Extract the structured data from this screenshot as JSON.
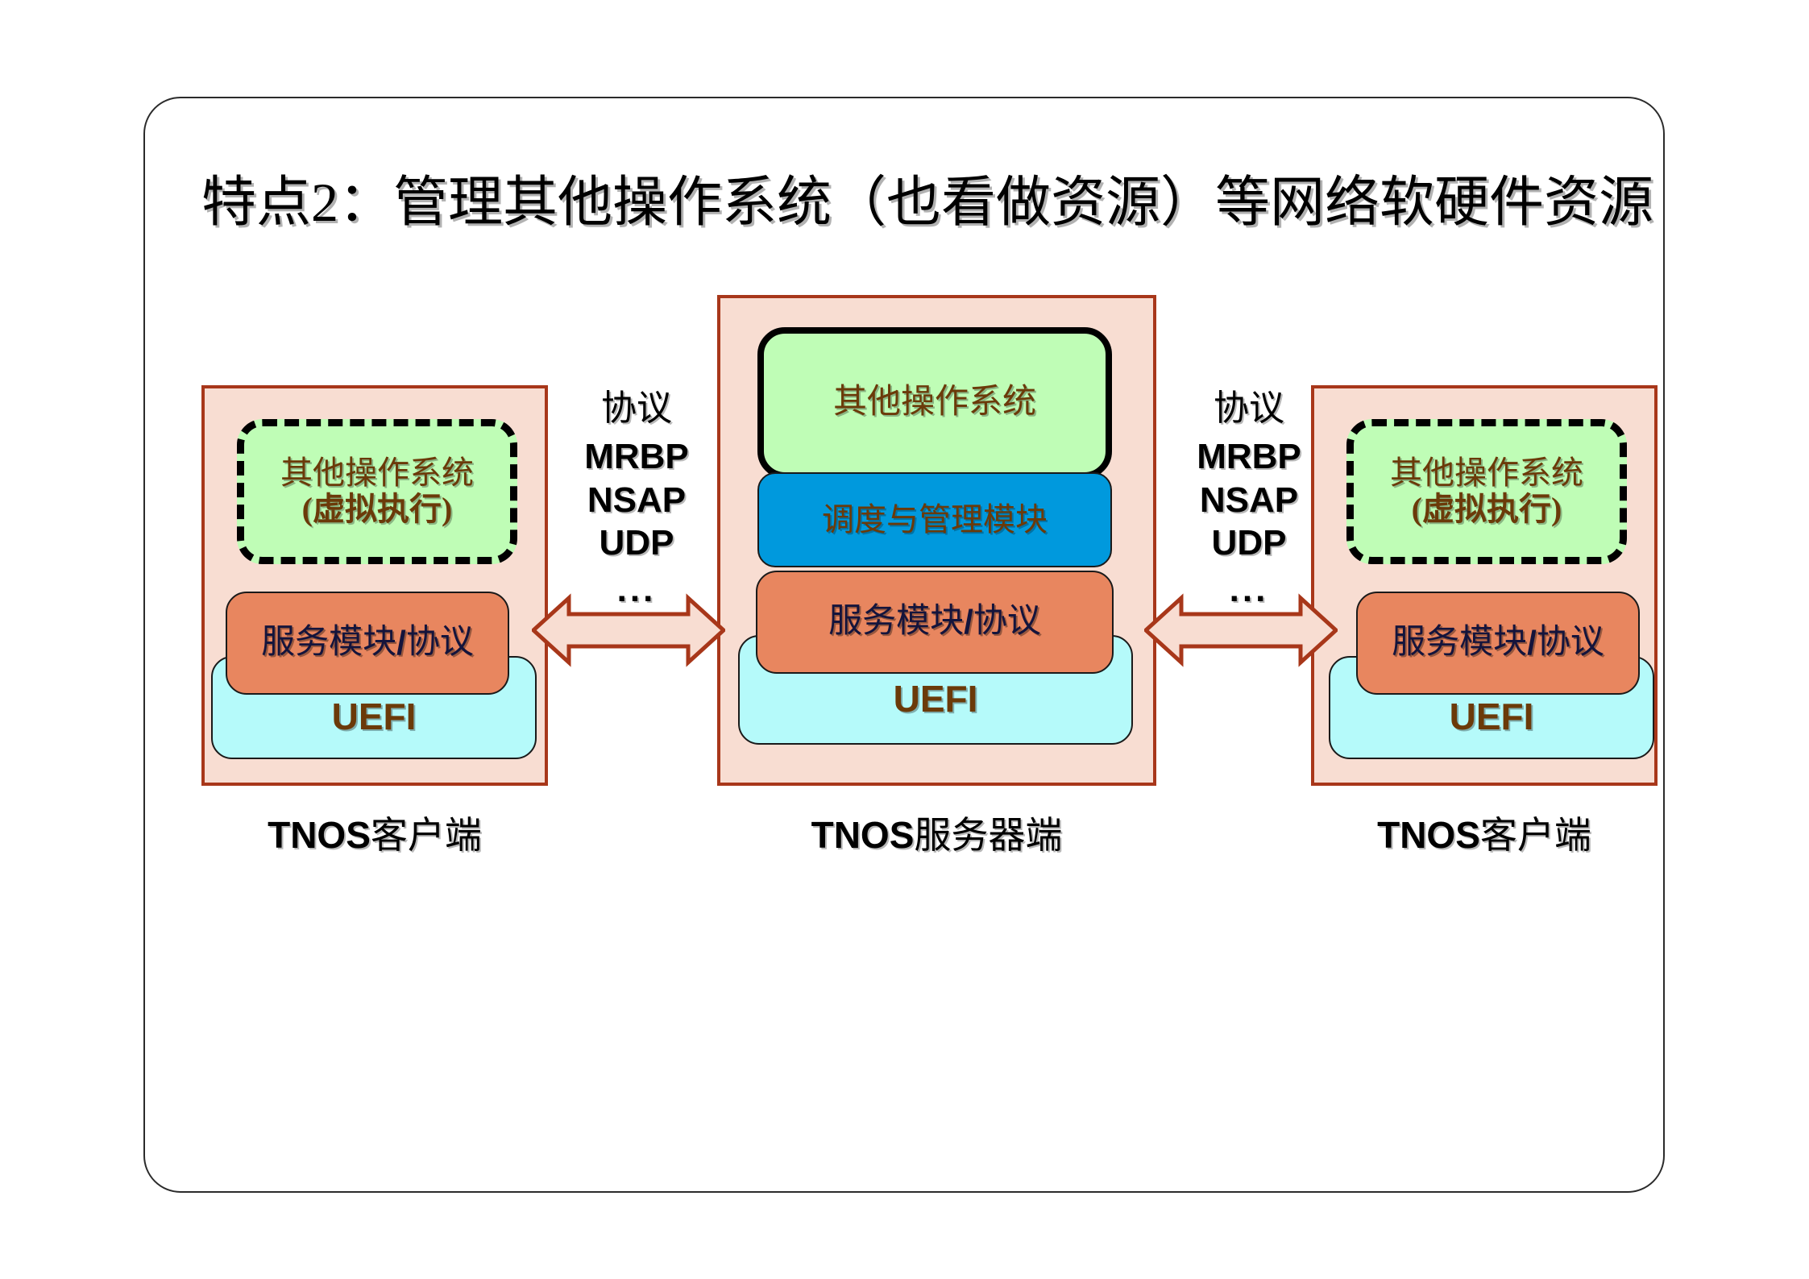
{
  "slide": {
    "title": "特点2：管理其他操作系统（也看做资源）等网络软硬件资源",
    "border_color": "#2b2b2b",
    "background": "#ffffff"
  },
  "colors": {
    "panel_fill": "#F8DDD2",
    "panel_border": "#A8371A",
    "os_green": "#BFFDB6",
    "scheduler_blue": "#0099DD",
    "service_orange": "#E8865F",
    "uefi_cyan": "#B5FAFA",
    "brown_text": "#6B3A09",
    "navy_text": "#14143C",
    "arrow_fill": "#F8DDD2",
    "arrow_stroke": "#A8371A"
  },
  "panels": [
    {
      "id": "client-left",
      "caption_latin": "TNOS",
      "caption_cjk": "客户端",
      "blocks": [
        {
          "id": "os",
          "kind": "os-dashed",
          "line1": "其他操作系统",
          "line2": "(虚拟执行)"
        },
        {
          "id": "service",
          "kind": "svc-orange",
          "text_before": "服务模块",
          "slash": "/",
          "text_after": "协议"
        },
        {
          "id": "uefi",
          "kind": "uefi-cyan",
          "label": "UEFI"
        }
      ]
    },
    {
      "id": "server",
      "caption_latin": "TNOS",
      "caption_cjk": "服务器端",
      "blocks": [
        {
          "id": "os",
          "kind": "os-solid",
          "label": "其他操作系统"
        },
        {
          "id": "scheduler",
          "kind": "sched-blue",
          "label": "调度与管理模块"
        },
        {
          "id": "service",
          "kind": "svc-orange",
          "text_before": "服务模块",
          "slash": "/",
          "text_after": "协议"
        },
        {
          "id": "uefi",
          "kind": "uefi-cyan",
          "label": "UEFI"
        }
      ]
    },
    {
      "id": "client-right",
      "caption_latin": "TNOS",
      "caption_cjk": "客户端",
      "blocks": [
        {
          "id": "os",
          "kind": "os-dashed",
          "line1": "其他操作系统",
          "line2": "(虚拟执行)"
        },
        {
          "id": "service",
          "kind": "svc-orange",
          "text_before": "服务模块",
          "slash": "/",
          "text_after": "协议"
        },
        {
          "id": "uefi",
          "kind": "uefi-cyan",
          "label": "UEFI"
        }
      ]
    }
  ],
  "links": [
    {
      "id": "left",
      "heading": "协议",
      "protocols": [
        "MRBP",
        "NSAP",
        "UDP"
      ],
      "ellipsis": "...",
      "arrow": "double-headed"
    },
    {
      "id": "right",
      "heading": "协议",
      "protocols": [
        "MRBP",
        "NSAP",
        "UDP"
      ],
      "ellipsis": "...",
      "arrow": "double-headed"
    }
  ]
}
